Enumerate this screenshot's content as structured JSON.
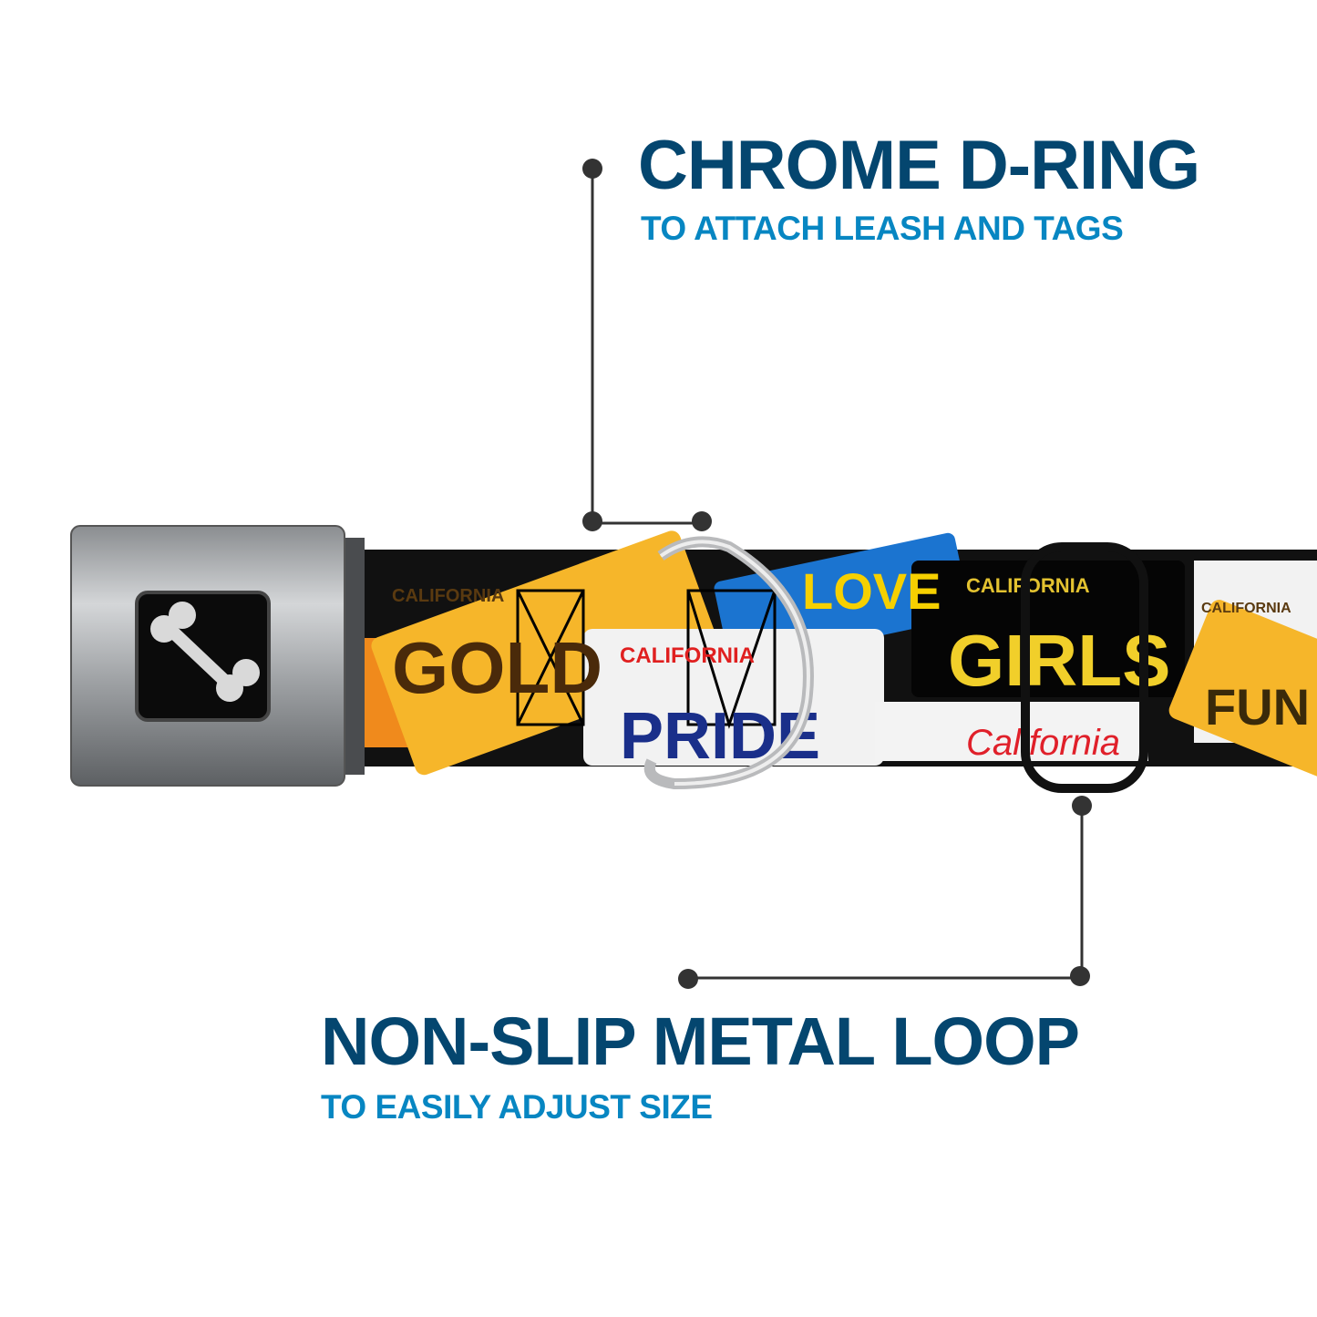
{
  "callouts": [
    {
      "title": "CHROME D-RING",
      "subtitle": "TO ATTACH LEASH AND TAGS"
    },
    {
      "title": "NON-SLIP METAL LOOP",
      "subtitle": "TO EASILY ADJUST SIZE"
    }
  ],
  "colors": {
    "title": "#04466f",
    "subtitle": "#0786c2",
    "leader_line": "#333333"
  },
  "collar_plates": [
    "CALIFORNIA",
    "GOLD",
    "LOVE",
    "CALIFORNIA",
    "PRIDE",
    "CALIFORNIA",
    "GIRLS",
    "California",
    "CALIFORNIA",
    "FUN"
  ]
}
